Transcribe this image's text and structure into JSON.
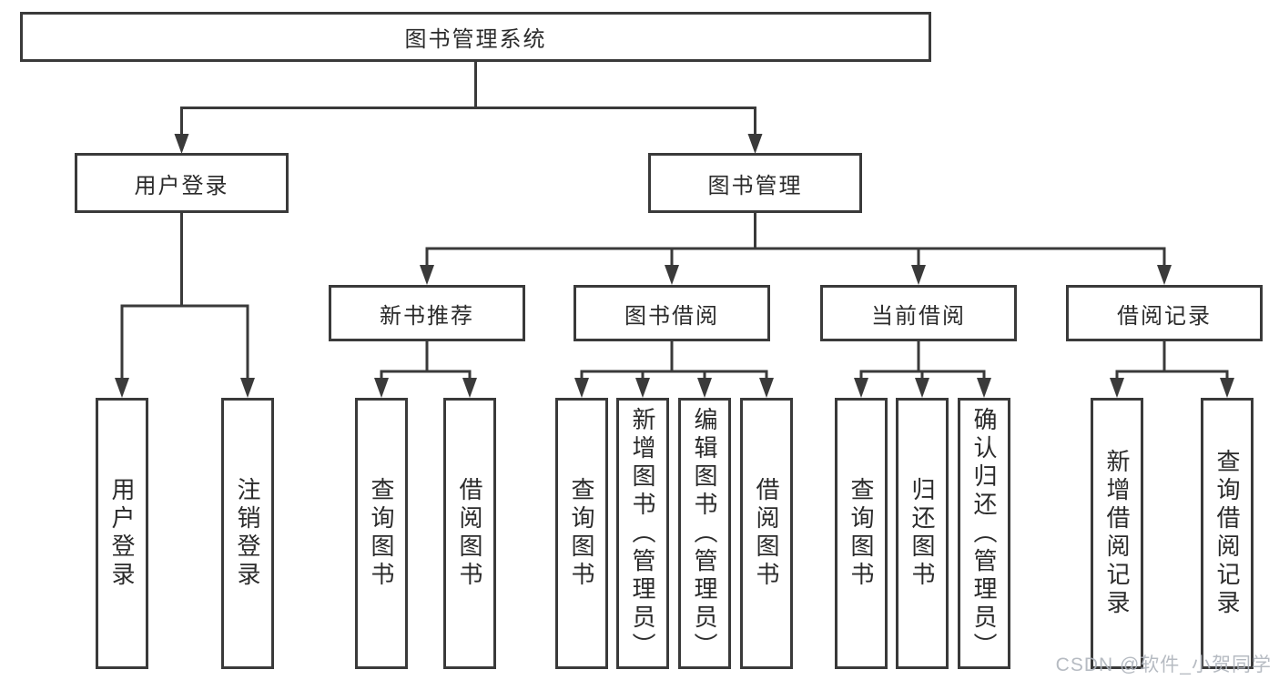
{
  "diagram": {
    "root": {
      "label": "图书管理系统"
    },
    "level2": [
      {
        "id": "user-login",
        "label": "用户登录",
        "parent": "图书管理系统"
      },
      {
        "id": "book-management",
        "label": "图书管理",
        "parent": "图书管理系统"
      }
    ],
    "level3": [
      {
        "id": "new-book-recommend",
        "label": "新书推荐",
        "parent": "图书管理"
      },
      {
        "id": "book-borrow",
        "label": "图书借阅",
        "parent": "图书管理"
      },
      {
        "id": "current-borrow",
        "label": "当前借阅",
        "parent": "图书管理"
      },
      {
        "id": "borrow-record",
        "label": "借阅记录",
        "parent": "图书管理"
      }
    ],
    "level4": [
      {
        "id": "user-login-leaf",
        "label": "用户登录",
        "parent": "用户登录"
      },
      {
        "id": "logout",
        "label": "注销登录",
        "parent": "用户登录"
      },
      {
        "id": "query-book-recommend",
        "label": "查询图书",
        "parent": "新书推荐"
      },
      {
        "id": "borrow-book-recommend",
        "label": "借阅图书",
        "parent": "新书推荐"
      },
      {
        "id": "query-book-borrow",
        "label": "查询图书",
        "parent": "图书借阅"
      },
      {
        "id": "add-book-admin",
        "label": "新增图书（管理员）",
        "parent": "图书借阅"
      },
      {
        "id": "edit-book-admin",
        "label": "编辑图书（管理员）",
        "parent": "图书借阅"
      },
      {
        "id": "borrow-book",
        "label": "借阅图书",
        "parent": "图书借阅"
      },
      {
        "id": "query-book-current",
        "label": "查询图书",
        "parent": "当前借阅"
      },
      {
        "id": "return-book",
        "label": "归还图书",
        "parent": "当前借阅"
      },
      {
        "id": "confirm-return-admin",
        "label": "确认归还（管理员）",
        "parent": "当前借阅"
      },
      {
        "id": "add-borrow-record",
        "label": "新增借阅记录",
        "parent": "借阅记录"
      },
      {
        "id": "query-borrow-record",
        "label": "查询借阅记录",
        "parent": "借阅记录"
      }
    ],
    "watermark": "CSDN @软件_小贺同学",
    "colors": {
      "line": "#3a3a3a",
      "text": "#2b2b2b",
      "background": "#ffffff",
      "watermark": "#aeb4bb"
    }
  }
}
